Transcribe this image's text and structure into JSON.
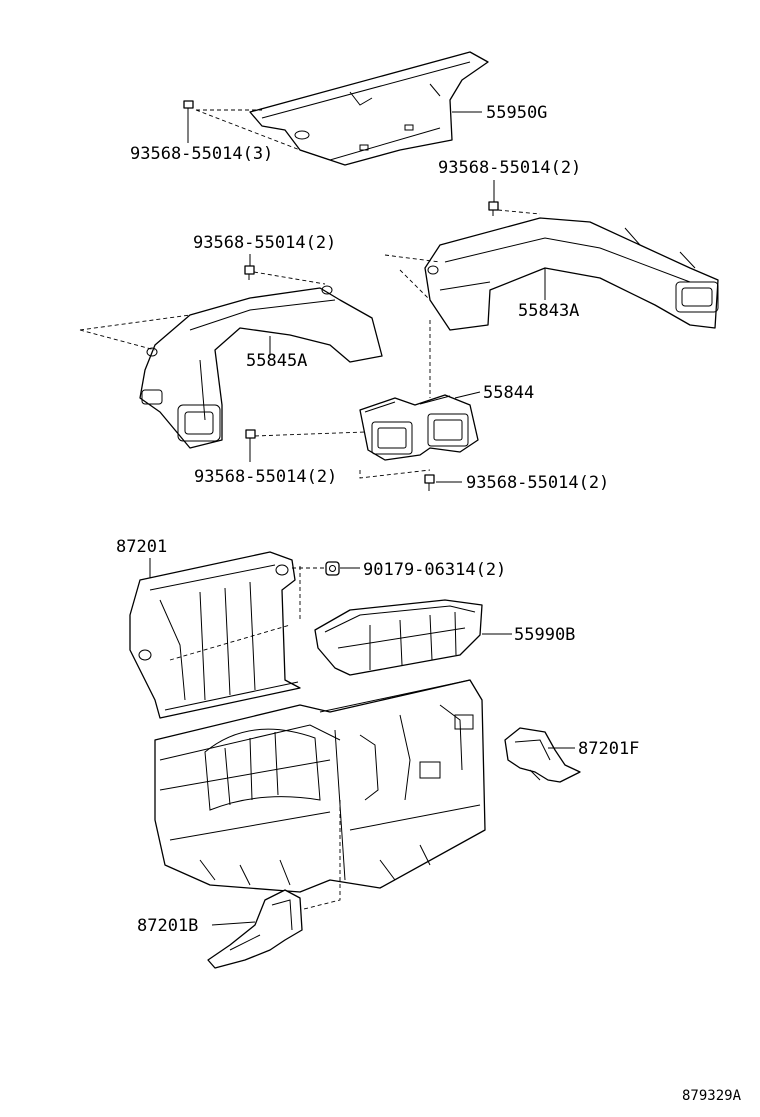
{
  "diagram": {
    "ref_code": "879329A",
    "labels": {
      "p55950G": "55950G",
      "screw_a": "93568-55014(3)",
      "screw_b": "93568-55014(2)",
      "screw_c": "93568-55014(2)",
      "p55843A": "55843A",
      "p55845A": "55845A",
      "p55844": "55844",
      "screw_d": "93568-55014(2)",
      "screw_e": "93568-55014(2)",
      "p87201": "87201",
      "nut": "90179-06314(2)",
      "p55990B": "55990B",
      "p87201F": "87201F",
      "p87201B": "87201B"
    },
    "icons": [
      "screw-icon",
      "nut-icon"
    ]
  }
}
